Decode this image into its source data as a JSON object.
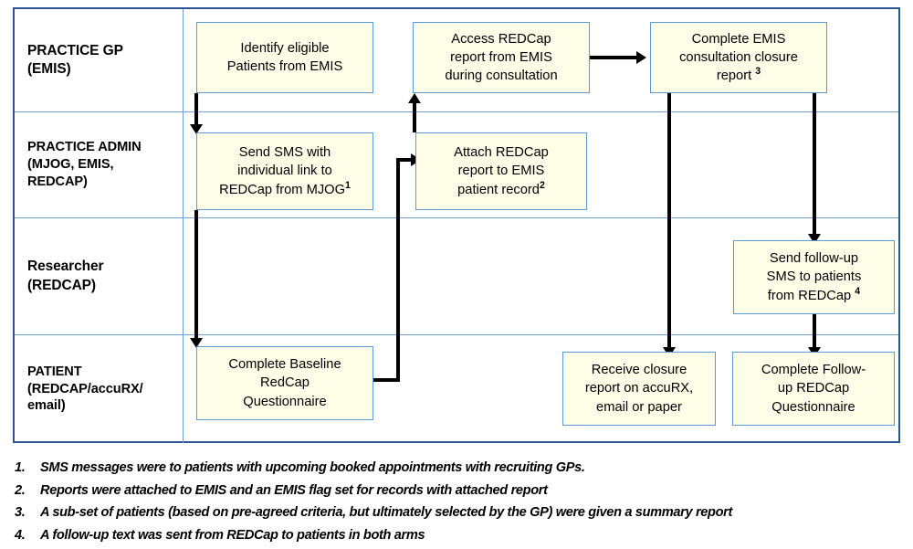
{
  "diagram": {
    "title": "Study workflow swimlane diagram",
    "colors": {
      "node_fill": "#FDFDE8",
      "node_border": "#5B9BD5",
      "table_border": "#2E5496",
      "lane_divider": "#6F9FD8",
      "connector": "#000000"
    },
    "lanes": [
      {
        "id": "practice-gp",
        "label_line1": "PRACTICE GP",
        "label_line2": "(EMIS)",
        "label_line3": "",
        "nodes": [
          {
            "id": "identify-eligible-patients",
            "text": "Identify eligible Patients from EMIS",
            "footnote": ""
          },
          {
            "id": "access-redcap-report",
            "text": "Access REDCap report from EMIS during consultation",
            "footnote": ""
          },
          {
            "id": "complete-emis-closure-report",
            "text": "Complete EMIS consultation closure report",
            "footnote": "3"
          }
        ]
      },
      {
        "id": "practice-admin",
        "label_line1": "PRACTICE ADMIN",
        "label_line2": "(MJOG, EMIS,",
        "label_line3": "REDCAP)",
        "nodes": [
          {
            "id": "send-sms-individual-link",
            "text": "Send SMS with individual link to REDCap from MJOG",
            "footnote": "1"
          },
          {
            "id": "attach-redcap-report",
            "text": "Attach REDCap report to EMIS patient record",
            "footnote": "2"
          }
        ]
      },
      {
        "id": "researcher",
        "label_line1": "Researcher",
        "label_line2": "(REDCAP)",
        "label_line3": "",
        "nodes": [
          {
            "id": "send-followup-sms",
            "text": "Send follow-up SMS to patients from REDCap",
            "footnote": "4"
          }
        ]
      },
      {
        "id": "patient",
        "label_line1": "PATIENT",
        "label_line2": "(REDCAP/accuRX/",
        "label_line3": "email)",
        "nodes": [
          {
            "id": "complete-baseline-questionnaire",
            "text": "Complete Baseline RedCap Questionnaire",
            "footnote": ""
          },
          {
            "id": "receive-closure-report",
            "text": "Receive closure report on accuRX, email or paper",
            "footnote": ""
          },
          {
            "id": "complete-followup-questionnaire",
            "text": "Complete Follow-up REDCap Questionnaire",
            "footnote": ""
          }
        ]
      }
    ]
  },
  "nodes": {
    "identify_eligible": {
      "line1": "Identify eligible",
      "line2": "Patients from EMIS"
    },
    "access_redcap": {
      "line1": "Access REDCap",
      "line2": "report from EMIS",
      "line3": "during consultation"
    },
    "complete_emis_closure": {
      "line1": "Complete EMIS",
      "line2": "consultation closure",
      "line3": "report ",
      "sup": "3"
    },
    "send_sms": {
      "line1": "Send SMS with",
      "line2": "individual link to",
      "line3": "REDCap from MJOG",
      "sup": "1"
    },
    "attach_redcap": {
      "line1": "Attach REDCap",
      "line2": "report to EMIS",
      "line3": "patient record",
      "sup": "2"
    },
    "send_followup_sms": {
      "line1": "Send follow-up",
      "line2": "SMS to patients",
      "line3": "from REDCap ",
      "sup": "4"
    },
    "complete_baseline": {
      "line1": "Complete Baseline",
      "line2": "RedCap",
      "line3": "Questionnaire"
    },
    "receive_closure": {
      "line1": "Receive closure",
      "line2": "report on accuRX,",
      "line3": "email or paper"
    },
    "complete_followup": {
      "line1": "Complete Follow-",
      "line2": "up REDCap",
      "line3": "Questionnaire"
    }
  },
  "footnotes": [
    {
      "num": "1.",
      "text": "SMS messages were to patients with upcoming booked appointments with recruiting GPs."
    },
    {
      "num": "2.",
      "text": "Reports were attached to EMIS and an EMIS flag set for records with attached report"
    },
    {
      "num": "3.",
      "text": "A sub-set of patients (based on pre-agreed criteria, but ultimately selected by the GP) were given a summary report"
    },
    {
      "num": "4.",
      "text": "A follow-up text was sent from REDCap to patients in both arms"
    }
  ]
}
